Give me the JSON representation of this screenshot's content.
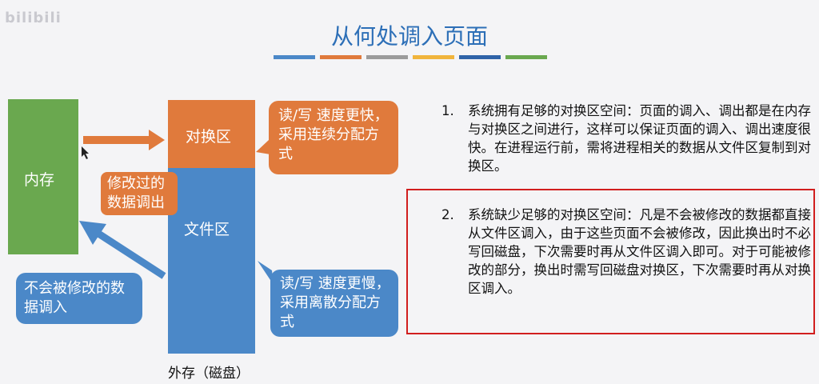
{
  "watermark": "bilibili",
  "title": "从何处调入页面",
  "diagram": {
    "memory_label": "内存",
    "swap_label": "对换区",
    "file_label": "文件区",
    "external_label": "外存（磁盘）",
    "callout_swap": "读/写 速度更快，采用连续分配方式",
    "callout_file": "读/写 速度更慢，采用离散分配方式",
    "callout_modified": "修改过的数据调出",
    "callout_unmodified": "不会被修改的数据调入"
  },
  "points": [
    {
      "num": "1.",
      "text": "系统拥有足够的对换区空间：页面的调入、调出都是在内存与对换区之间进行，这样可以保证页面的调入、调出速度很快。在进程运行前，需将进程相关的数据从文件区复制到对换区。"
    },
    {
      "num": "2.",
      "text": "系统缺少足够的对换区空间：凡是不会被修改的数据都直接从文件区调入，由于这些页面不会被修改，因此换出时不必写回磁盘，下次需要时再从文件区调入即可。对于可能被修改的部分，换出时需写回磁盘对换区，下次需要时再从对换区调入。"
    }
  ],
  "colors": {
    "green": "#6aa84f",
    "orange": "#e07a3c",
    "blue": "#4b88c8",
    "title": "#2d6fb7",
    "highlight": "#d11e1e"
  }
}
